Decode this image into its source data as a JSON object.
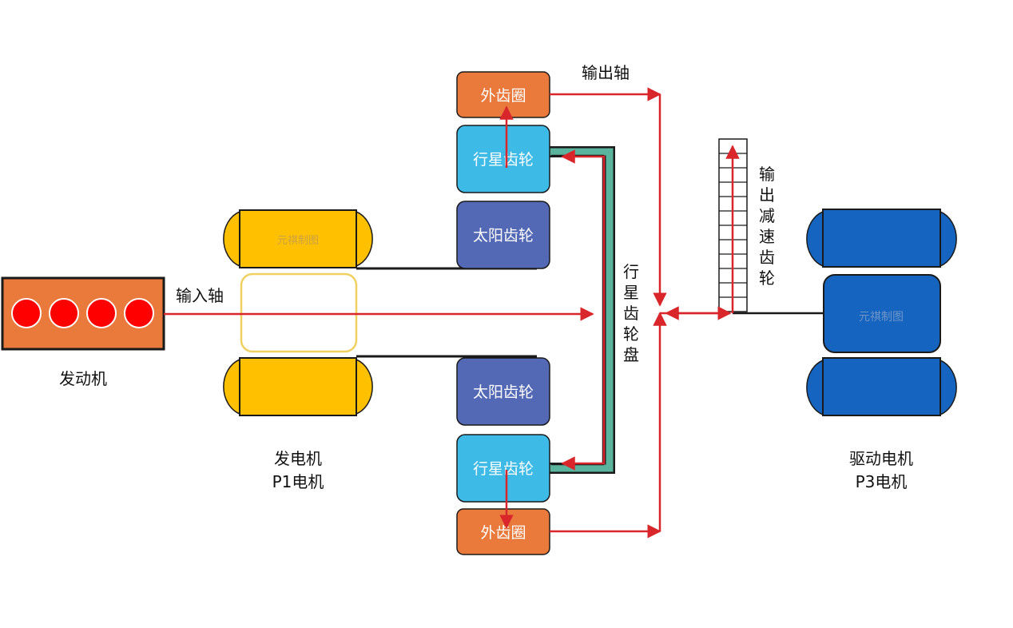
{
  "engine": {
    "label": "发动机"
  },
  "input_shaft": {
    "label": "输入轴"
  },
  "generator": {
    "label_line1": "发电机",
    "label_line2": "P1电机",
    "watermark": "元祺制图"
  },
  "ring_gear": {
    "top": "外齿圈",
    "bottom": "外齿圈"
  },
  "planet_gear": {
    "top": "行星齿轮",
    "bottom": "行星齿轮"
  },
  "sun_gear": {
    "top": "太阳齿轮",
    "bottom": "太阳齿轮"
  },
  "output_shaft": {
    "label": "输出轴"
  },
  "carrier": {
    "label_chars": [
      "行",
      "星",
      "齿",
      "轮",
      "盘"
    ]
  },
  "reduction_gear": {
    "label_chars": [
      "输",
      "出",
      "减",
      "速",
      "齿",
      "轮"
    ]
  },
  "drive_motor": {
    "label_line1": "驱动电机",
    "label_line2": "P3电机",
    "watermark": "元祺制图"
  },
  "colors": {
    "engine": "#E97A3B",
    "cylinder": "#FF0000",
    "generator": "#FFC000",
    "ring_gear": "#E97A3B",
    "planet_gear": "#3DBAE6",
    "sun_gear": "#5469B5",
    "carrier": "#5AB39C",
    "drive_motor": "#1565C0",
    "flow_arrow": "#D9262B"
  }
}
